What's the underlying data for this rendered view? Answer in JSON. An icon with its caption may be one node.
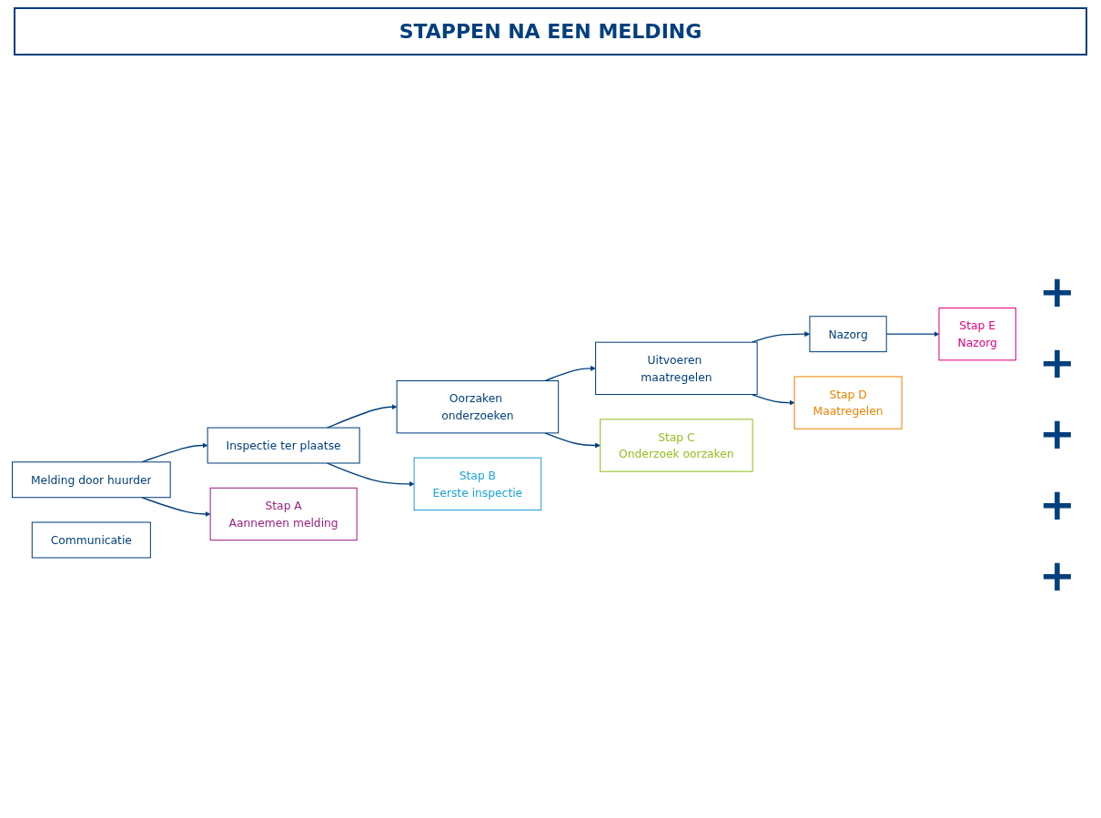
{
  "diagram": {
    "title": "STAPPEN NA EEN MELDING",
    "nodes": [
      {
        "text": [
          "Melding door huurder"
        ]
      },
      {
        "text": [
          "Inspectie ter plaatse"
        ]
      },
      {
        "text": [
          "Oorzaken onderzoeken"
        ]
      },
      {
        "text": [
          "Uitvoeren maatregelen"
        ]
      },
      {
        "text": [
          "Nazorg"
        ]
      },
      {
        "text": [
          "Stap A",
          "Aannemen melding"
        ]
      },
      {
        "text": [
          "Stap B",
          "Eerste inspectie"
        ]
      },
      {
        "text": [
          "Stap C",
          "Onderzoek oorzaken"
        ]
      },
      {
        "text": [
          "Stap D",
          "Maatregelen"
        ]
      },
      {
        "text": [
          "Stap E",
          "Nazorg"
        ]
      },
      {
        "text": [
          "Communicatie"
        ]
      }
    ],
    "edges": [
      {
        "from": 0,
        "to": 5,
        "arrow": "to"
      },
      {
        "from": 0,
        "to": 1,
        "arrow": "to"
      },
      {
        "from": 1,
        "to": 6,
        "arrow": "to"
      },
      {
        "from": 1,
        "to": 2,
        "arrow": "to"
      },
      {
        "from": 2,
        "to": 7,
        "arrow": "to"
      },
      {
        "from": 2,
        "to": 3,
        "arrow": "to"
      },
      {
        "from": 3,
        "to": 8,
        "arrow": "to"
      },
      {
        "from": 3,
        "to": 4,
        "arrow": "to"
      },
      {
        "from": 4,
        "to": 9,
        "arrow": "to"
      }
    ],
    "labels": [
      "+",
      "+",
      "+",
      "+",
      "+"
    ]
  }
}
